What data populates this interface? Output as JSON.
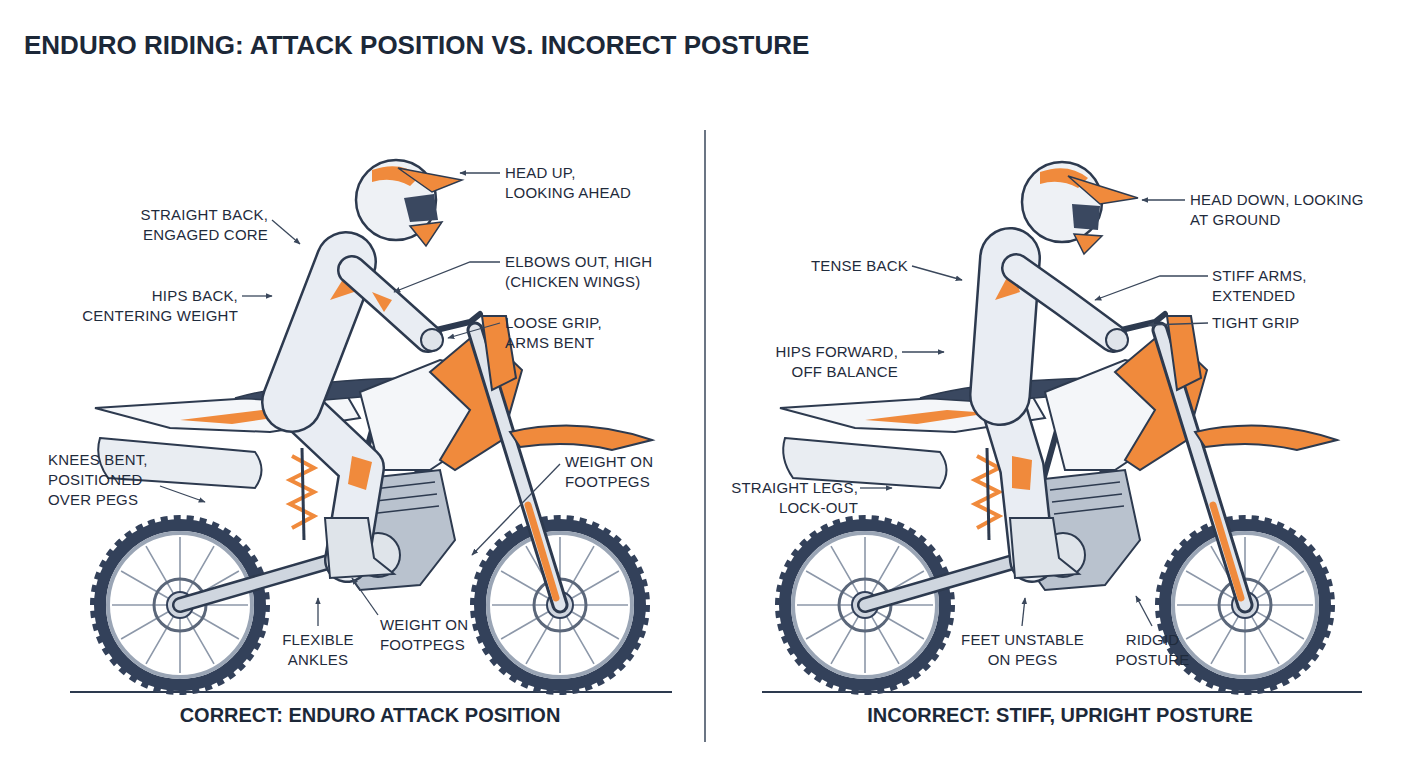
{
  "diagram": {
    "title": "ENDURO RIDING: ATTACK POSITION VS. INCORECT POSTURE",
    "labels": [
      "HEAD UP, LOOKING AHEAD",
      "STRAIGHT BACK, ENGAGED CORE",
      "ELBOWS OUT, HIGH (CHICKEN WINGS)",
      "LOOSE GRIP, ARMS BENT",
      "HIPS BACK, CENTERING WEIGHT",
      "KNEES BENT, POSITIONED OVER PEGS",
      "WEIGHT ON FOOTPEGS",
      "FLEXIBLE ANKLES",
      "WEIGHT ON FOOTPEGS",
      "HEAD DOWN, LOOKING AT GROUND",
      "TENSE BACK",
      "STIFF ARMS, EXTENDED",
      "TIGHT GRIP",
      "HIPS FORWARD, OFF BALANCE",
      "STRAIGHT LEGS, LOCK-OUT",
      "FEET UNSTABLE ON PEGS",
      "RIDGID POSTURE",
      "CORRECT: ENDURO ATTACK POSITION",
      "INCORRECT: STIFF, UPRIGHT POSTURE"
    ]
  }
}
